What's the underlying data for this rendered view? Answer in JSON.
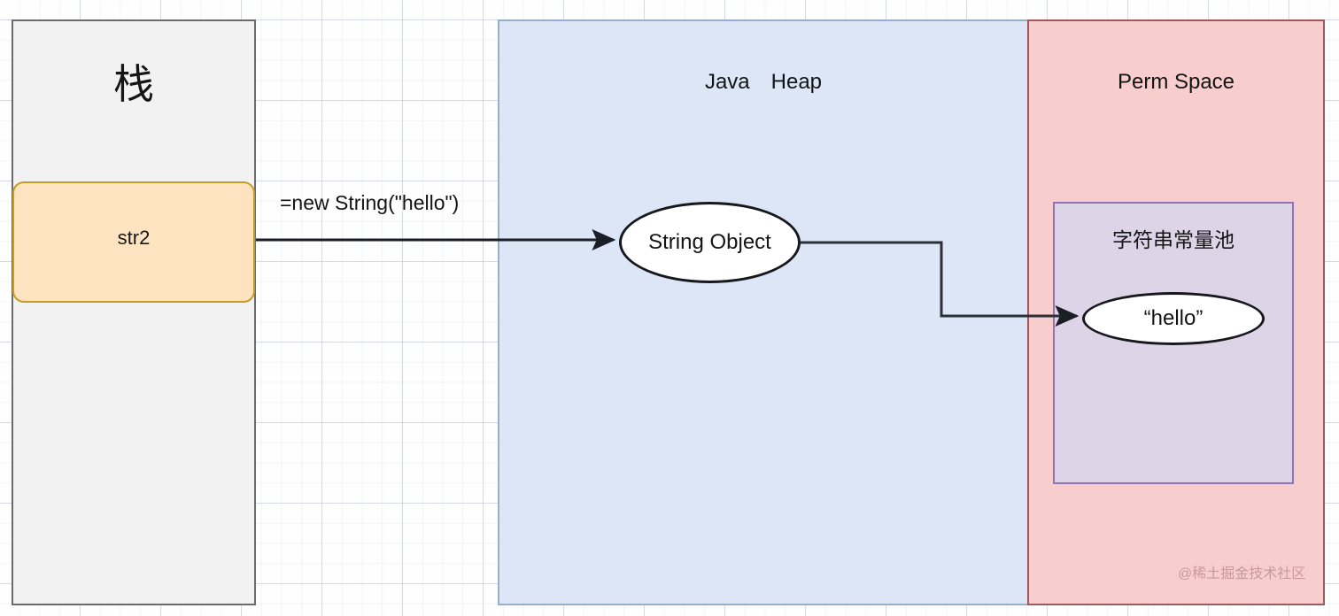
{
  "diagram": {
    "title_regions": {
      "stack": "栈",
      "heap": "Java　Heap",
      "perm": "Perm Space",
      "pool": "字符串常量池"
    },
    "nodes": {
      "stack_variable": "str2",
      "heap_object": "String Object",
      "pool_literal": "“hello”"
    },
    "edges": {
      "assignment_label": "=new String(\"hello\")"
    },
    "watermark": "@稀土掘金技术社区",
    "colors": {
      "stack_fill": "#f2f2f2",
      "stack_border": "#6b6b6b",
      "var_fill": "#fde3bf",
      "var_border": "#c79b28",
      "heap_fill": "#dce6f7",
      "heap_border": "#96b0c9",
      "perm_fill": "#f8cdcd",
      "perm_border": "#9e5a5a",
      "pool_fill": "#ddd4e8",
      "pool_border": "#9274b4",
      "node_fill": "#ffffff",
      "node_border": "#16181c",
      "edge": "#1b1f25"
    }
  }
}
